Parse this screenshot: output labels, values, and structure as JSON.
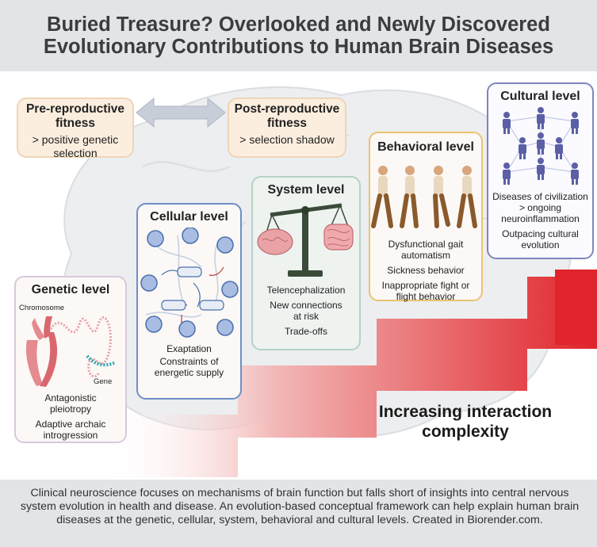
{
  "header": {
    "title_line1": "Buried Treasure? Overlooked and Newly Discovered",
    "title_line2": "Evolutionary Contributions to Human Brain Diseases"
  },
  "fitness": {
    "pre": {
      "title": "Pre-reproductive fitness",
      "desc": "> positive genetic selection"
    },
    "post": {
      "title": "Post-reproductive fitness",
      "desc": "> selection shadow"
    }
  },
  "levels": {
    "genetic": {
      "title": "Genetic level",
      "chromosome_label": "Chromosome",
      "gene_label": "Gene",
      "items": [
        "Antagonistic pleiotropy",
        "Adaptive archaic introgression"
      ]
    },
    "cellular": {
      "title": "Cellular level",
      "items": [
        "Exaptation",
        "Constraints of energetic supply"
      ]
    },
    "system": {
      "title": "System level",
      "items": [
        "Telencephalization",
        "New connections at risk",
        "Trade-offs"
      ]
    },
    "behavioral": {
      "title": "Behavioral level",
      "items": [
        "Dysfunctional gait automatism",
        "Sickness behavior",
        "Inappropriate fight or flight behavior"
      ]
    },
    "cultural": {
      "title": "Cultural level",
      "items": [
        "Diseases of civilization > ongoing neuroinflammation",
        "Outpacing cultural evolution"
      ]
    }
  },
  "arrow": {
    "label": "Increasing interaction complexity"
  },
  "footer": {
    "text": "Clinical neuroscience focuses on mechanisms of brain function but falls short of insights into central nervous system evolution in health and disease. An evolution-based conceptual framework can help explain human brain diseases at the genetic, cellular, system, behavioral and cultural levels. Created in Biorender.com."
  },
  "colors": {
    "genetic_border": "#d9c7dc",
    "cellular_border": "#6d8fc7",
    "system_border": "#b6d2c5",
    "behavioral_border": "#ecc46e",
    "cultural_border": "#7f86bd",
    "fitness_fill": "#fbeedf",
    "arrow": "#e0242b"
  }
}
